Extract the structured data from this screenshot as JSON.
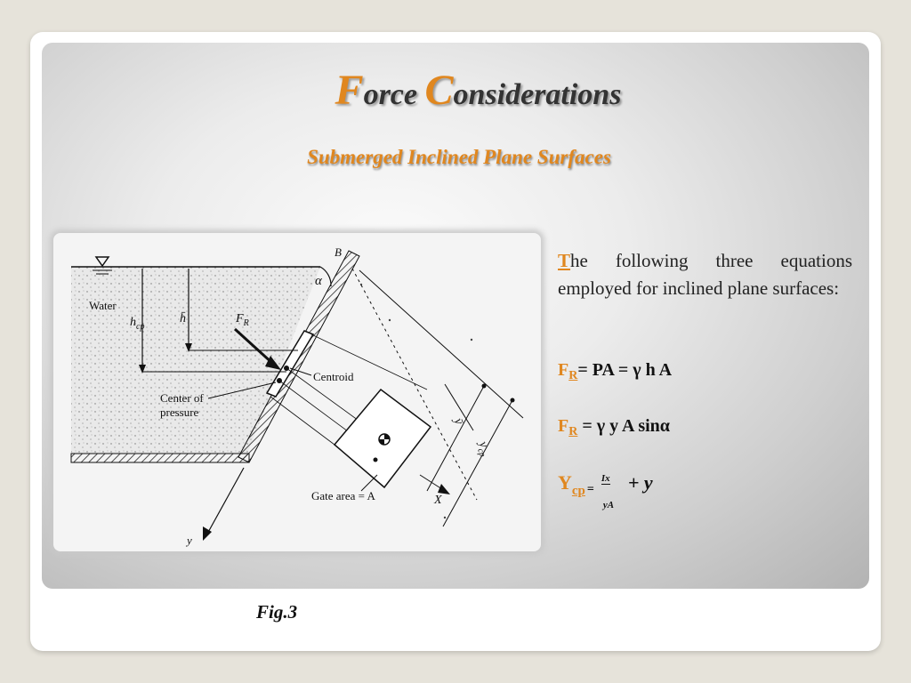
{
  "slide": {
    "title_cap1": "F",
    "title_rest1": "orce ",
    "title_cap2": "C",
    "title_rest2": "onsiderations",
    "subtitle": "Submerged Inclined Plane Surfaces"
  },
  "intro": {
    "drop_cap": "T",
    "text": "he following three equations employed for inclined plane surfaces:"
  },
  "equations": {
    "eq1": {
      "symbol": "F",
      "subscript": "R",
      "body": "= PA = γ h A"
    },
    "eq2": {
      "symbol": "F",
      "subscript": "R",
      "body": " = γ y A sinα"
    },
    "eq3": {
      "symbol": "Y",
      "subscript": "cp",
      "equals": "=",
      "numerator": "Ix",
      "denominator": "yA",
      "tail": "+ y"
    }
  },
  "figure": {
    "labels": {
      "b": "B",
      "alpha": "α",
      "water": "Water",
      "hcp": "h",
      "hcp_sub": "cp",
      "hbar": "h̄",
      "fr": "F",
      "fr_sub": "R",
      "centroid": "Centroid",
      "center_of": "Center of",
      "pressure": "pressure",
      "gate_area": "Gate area = A",
      "ybar": "ȳ",
      "ycp": "y",
      "ycp_sub": "cp",
      "x_axis": "X",
      "y_axis": "y"
    },
    "caption": "Fig.3"
  }
}
